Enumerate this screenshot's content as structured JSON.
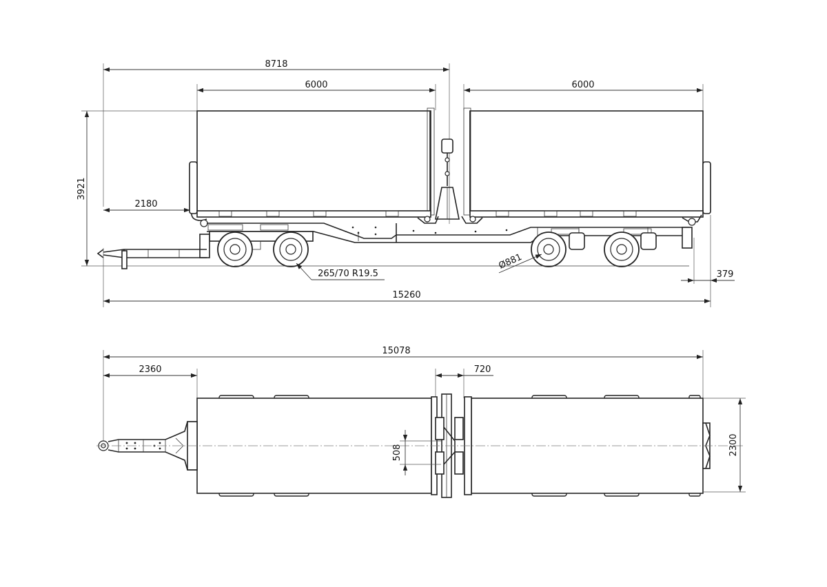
{
  "side_view": {
    "dim_overall_front_to_gap": "8718",
    "dim_container_front": "6000",
    "dim_container_rear": "6000",
    "dim_height": "3921",
    "dim_drawbar_to_body": "2180",
    "dim_tyre": "265/70  R19.5",
    "dim_wheel_diameter": "Ø881",
    "dim_rear_overhang": "379",
    "dim_overall_length": "15260"
  },
  "top_view": {
    "dim_overall_length": "15078",
    "dim_drawbar_length": "2360",
    "dim_gap": "720",
    "dim_offset": "508",
    "dim_width": "2300"
  }
}
